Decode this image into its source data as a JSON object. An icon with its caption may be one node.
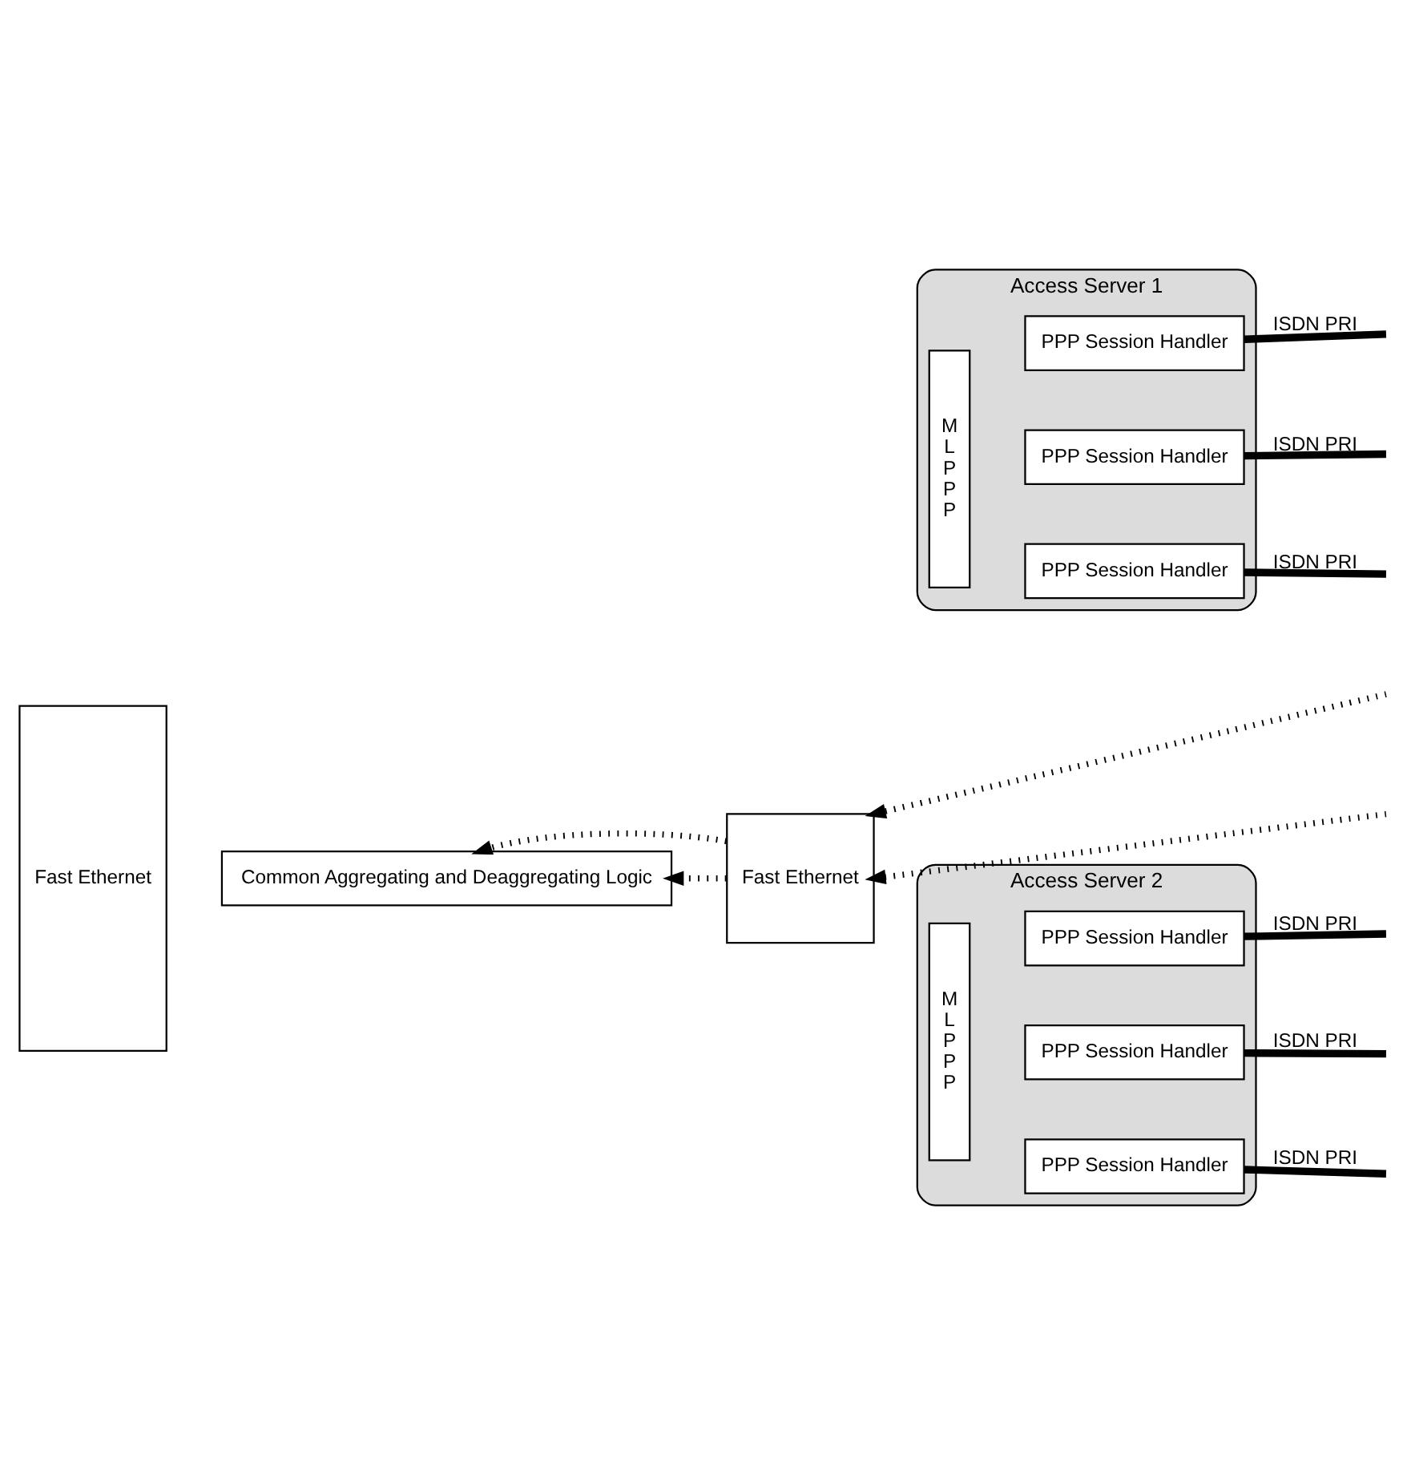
{
  "diagram": {
    "nodes": [
      {
        "text": [
          "Fast Ethernet"
        ]
      },
      {
        "text": [
          "Common Aggregating and Deaggregating Logic"
        ]
      },
      {
        "text": [
          "Fast Ethernet"
        ]
      },
      {
        "text": [
          "Access Server 1"
        ]
      },
      {
        "text": [
          "M L P P P"
        ],
        "in": 3
      },
      {
        "text": [
          "PPP Session Handler"
        ],
        "in": 3
      },
      {
        "text": [
          "PPP Session Handler"
        ],
        "in": 3
      },
      {
        "text": [
          "PPP Session Handler"
        ],
        "in": 3
      },
      {
        "text": [
          "Access Server 2"
        ]
      },
      {
        "text": [
          "M L P P P"
        ],
        "in": 8
      },
      {
        "text": [
          "PPP Session Handler"
        ],
        "in": 8
      },
      {
        "text": [
          "PPP Session Handler"
        ],
        "in": 8
      },
      {
        "text": [
          "PPP Session Handler"
        ],
        "in": 8
      }
    ],
    "edges": [
      {
        "from": 5,
        "to": null,
        "arrow": "none",
        "label": "ISDN PRI"
      },
      {
        "from": 6,
        "to": null,
        "arrow": "none",
        "label": "ISDN PRI"
      },
      {
        "from": null,
        "to": 2,
        "arrow": "to",
        "style": "dashed"
      },
      {
        "from": 2,
        "to": 1,
        "arrow": "to",
        "style": "dashed"
      },
      {
        "from": 7,
        "to": null,
        "arrow": "none",
        "label": "ISDN PRI"
      },
      {
        "from": 10,
        "to": null,
        "arrow": "none",
        "label": "ISDN PRI"
      },
      {
        "from": null,
        "to": 2,
        "arrow": "to",
        "style": "dashed"
      },
      {
        "from": 2,
        "to": 1,
        "arrow": "to",
        "style": "dashed"
      },
      {
        "from": 11,
        "to": null,
        "arrow": "none",
        "label": "ISDN PRI"
      },
      {
        "from": 12,
        "to": null,
        "arrow": "none",
        "label": "ISDN PRI"
      }
    ]
  }
}
